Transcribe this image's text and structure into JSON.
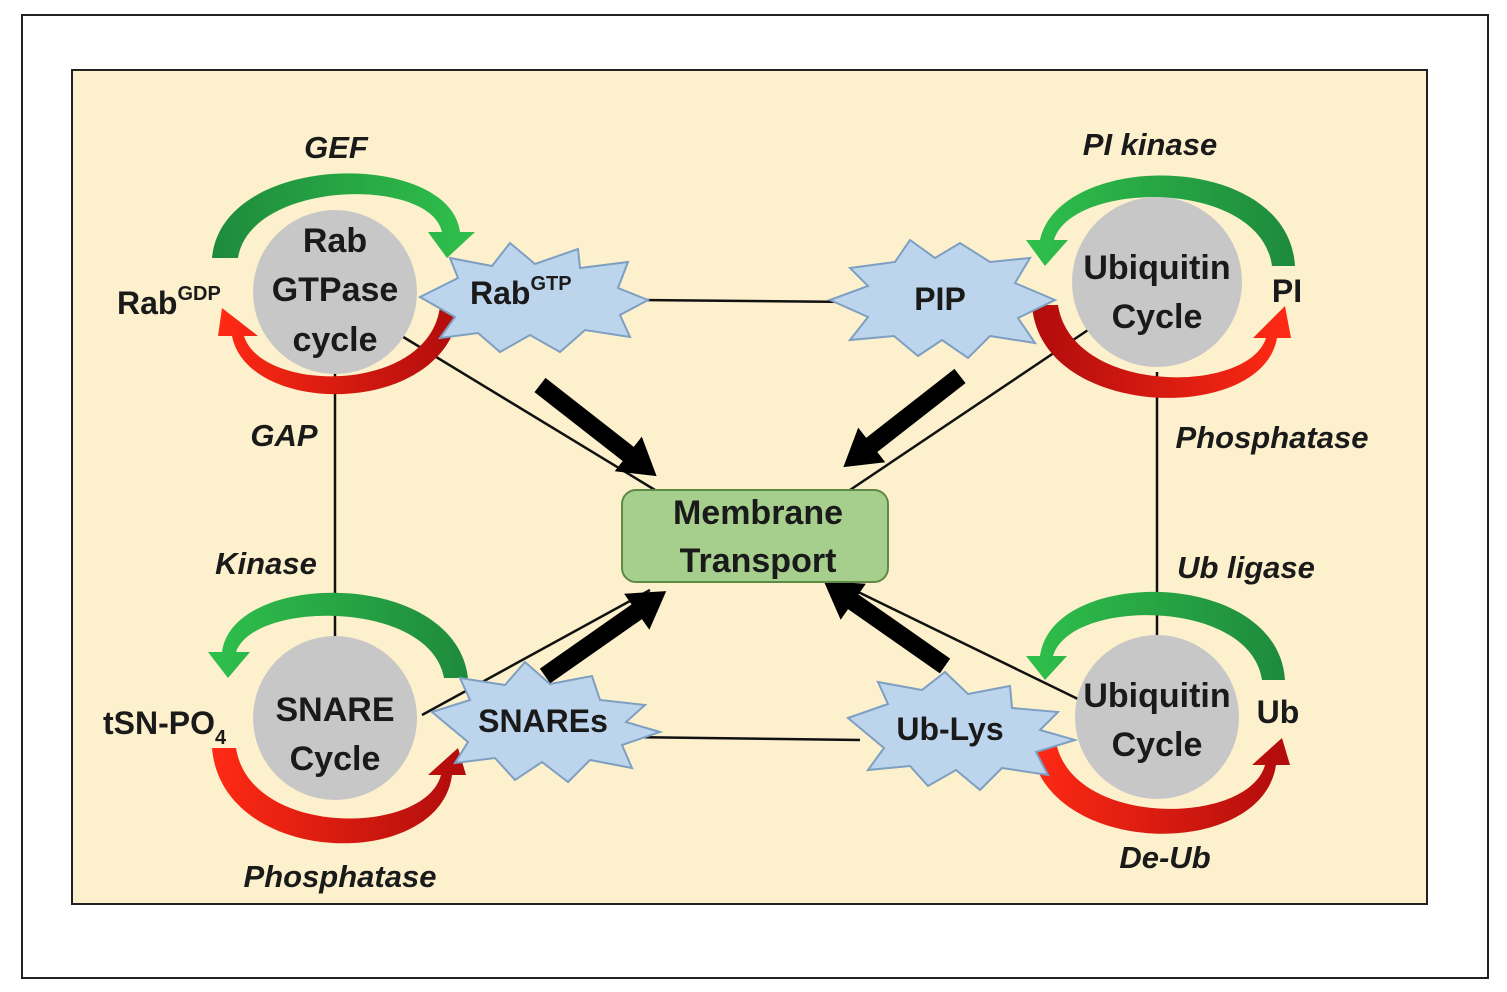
{
  "colors": {
    "background": "#ffffff",
    "panel_fill": "#fdf0cc",
    "cycle_circle": "#c8c7c8",
    "star_fill": "#bdd5ec",
    "star_stroke": "#7d9fc2",
    "center_fill": "#a6cf8d",
    "center_stroke": "#5f8a46",
    "green_dark": "#1e8a3c",
    "green_light": "#2fc04c",
    "red_dark": "#b00c0c",
    "red_light": "#ff2a14"
  },
  "icons": {
    "activation_arrow": "green-curved-arrow",
    "inactivation_arrow": "red-curved-arrow",
    "flow_arrow": "black-thick-arrow",
    "molecule_shape": "star-burst"
  },
  "center": {
    "line1": "Membrane",
    "line2": "Transport"
  },
  "rab_cycle": {
    "line1": "Rab",
    "line2": "GTPase",
    "line3": "cycle",
    "active_base": "Rab",
    "active_sup": "GTP",
    "inactive_base": "Rab",
    "inactive_sup": "GDP",
    "activator": "GEF",
    "inactivator": "GAP"
  },
  "pi_cycle": {
    "line1": "Ubiquitin",
    "line2": "Cycle",
    "active": "PIP",
    "inactive": "PI",
    "activator": "PI kinase",
    "inactivator": "Phosphatase"
  },
  "snare_cycle": {
    "line1": "SNARE",
    "line2": "Cycle",
    "active": "SNAREs",
    "inactive_base": "tSN-PO",
    "inactive_sub": "4",
    "activator": "Kinase",
    "inactivator": "Phosphatase"
  },
  "ub_cycle": {
    "line1": "Ubiquitin",
    "line2": "Cycle",
    "active": "Ub-Lys",
    "inactive": "Ub",
    "activator": "Ub ligase",
    "inactivator": "De-Ub"
  }
}
